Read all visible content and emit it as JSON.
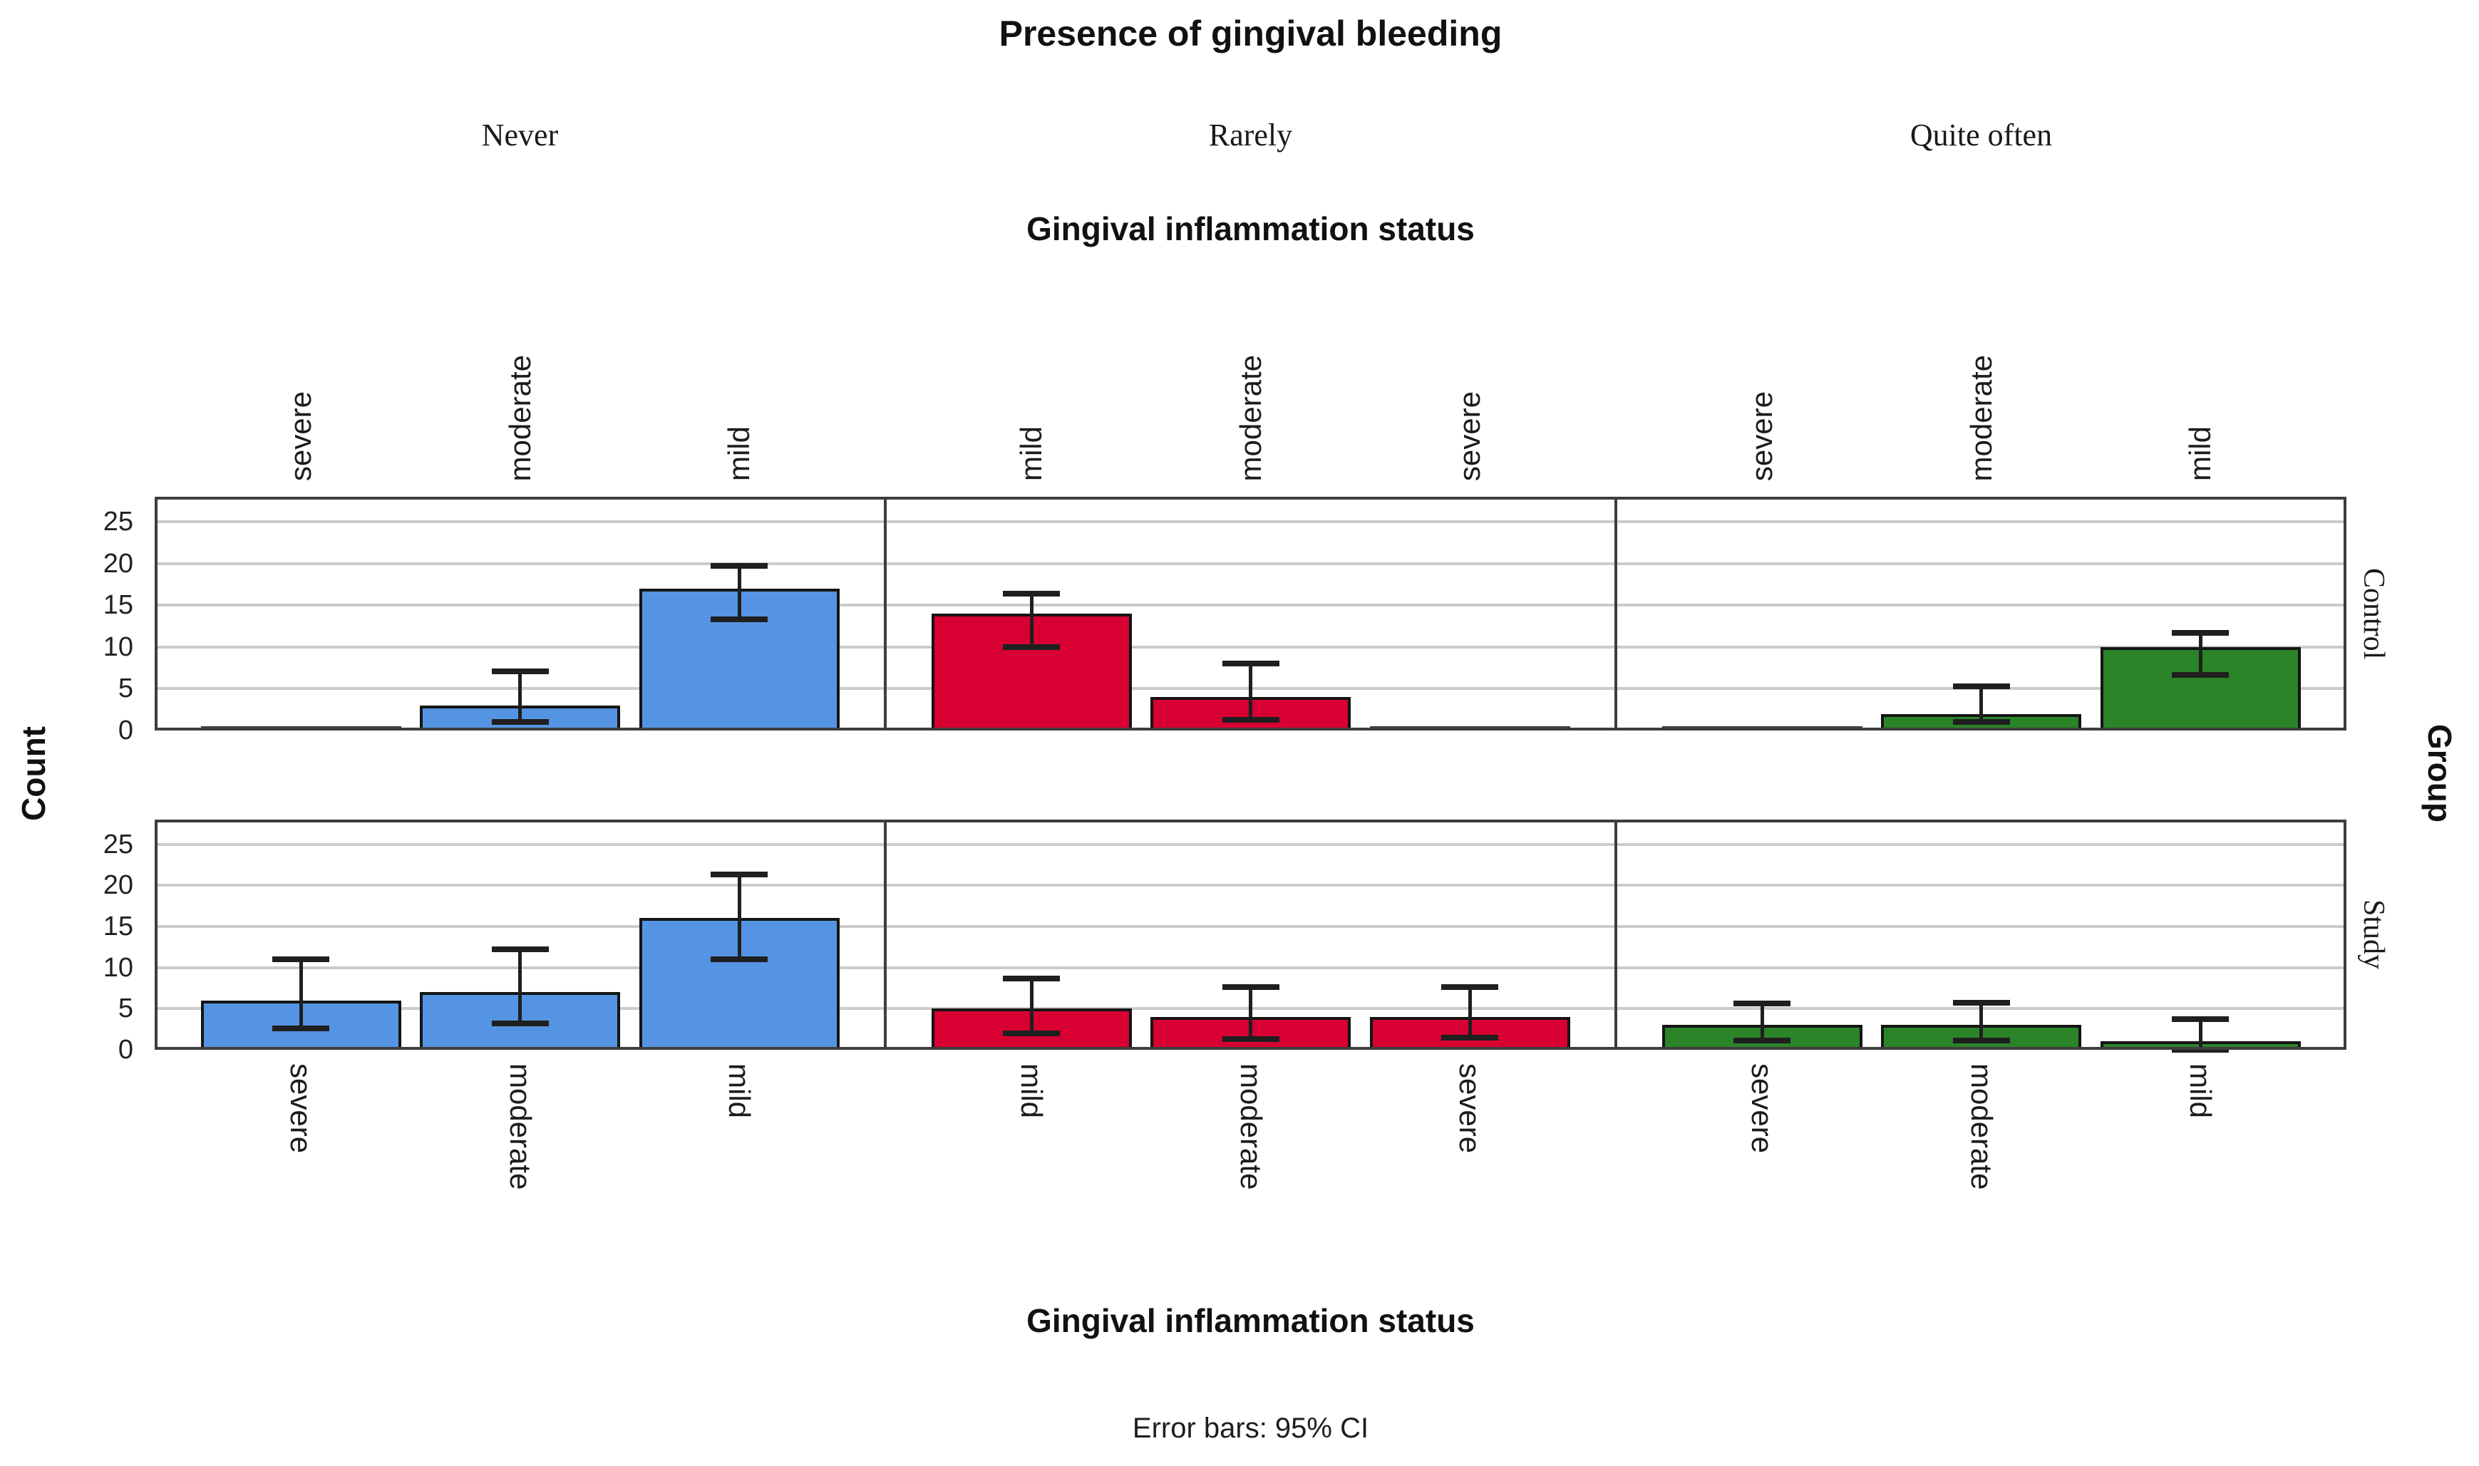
{
  "chart_data": {
    "type": "bar",
    "title": "Presence of gingival bleeding",
    "panel_axis_top_title": "Gingival inflammation status",
    "x_axis_title": "Gingival inflammation status",
    "y_axis_title": "Count",
    "row_axis_title": "Group",
    "row_labels": [
      "Control",
      "Study"
    ],
    "footnote": "Error bars: 95% CI",
    "yticks": [
      0,
      5,
      10,
      15,
      20,
      25
    ],
    "ylim": [
      0,
      28
    ],
    "grid": "horizontal-gridlines-at-ticks",
    "legend_position": "none",
    "panels": [
      {
        "label": "Never",
        "color": "#5594e2",
        "categories": [
          "severe",
          "moderate",
          "mild"
        ],
        "series": [
          {
            "group": "Control",
            "values": [
              0,
              3,
              17
            ],
            "ci": [
              null,
              [
                1.0,
                7.1
              ],
              [
                13.3,
                19.7
              ]
            ]
          },
          {
            "group": "Study",
            "values": [
              6,
              7,
              16
            ],
            "ci": [
              [
                2.6,
                11.0
              ],
              [
                3.2,
                12.2
              ],
              [
                11.0,
                21.3
              ]
            ]
          }
        ]
      },
      {
        "label": "Rarely",
        "color": "#d80032",
        "categories": [
          "mild",
          "moderate",
          "severe"
        ],
        "series": [
          {
            "group": "Control",
            "values": [
              14,
              4,
              0
            ],
            "ci": [
              [
                10.0,
                16.4
              ],
              [
                1.3,
                8.0
              ],
              null
            ]
          },
          {
            "group": "Study",
            "values": [
              5,
              4,
              4
            ],
            "ci": [
              [
                2.0,
                8.7
              ],
              [
                1.3,
                7.6
              ],
              [
                1.5,
                7.6
              ]
            ]
          }
        ]
      },
      {
        "label": "Quite often",
        "color": "#2b8428",
        "categories": [
          "severe",
          "moderate",
          "mild"
        ],
        "series": [
          {
            "group": "Control",
            "values": [
              0,
              2,
              10
            ],
            "ci": [
              null,
              [
                1.0,
                5.3
              ],
              [
                6.7,
                11.7
              ]
            ]
          },
          {
            "group": "Study",
            "values": [
              3,
              3,
              1
            ],
            "ci": [
              [
                1.1,
                5.6
              ],
              [
                1.1,
                5.7
              ],
              [
                0.0,
                3.7
              ]
            ]
          }
        ]
      }
    ],
    "colors": {
      "frame": "#3d3d3d",
      "gridline": "#cbcbcb",
      "bar_border": "#141414",
      "error_bar": "#1f1f1f",
      "zero_bar": "#3e3e3e",
      "background": "#ffffff"
    }
  }
}
